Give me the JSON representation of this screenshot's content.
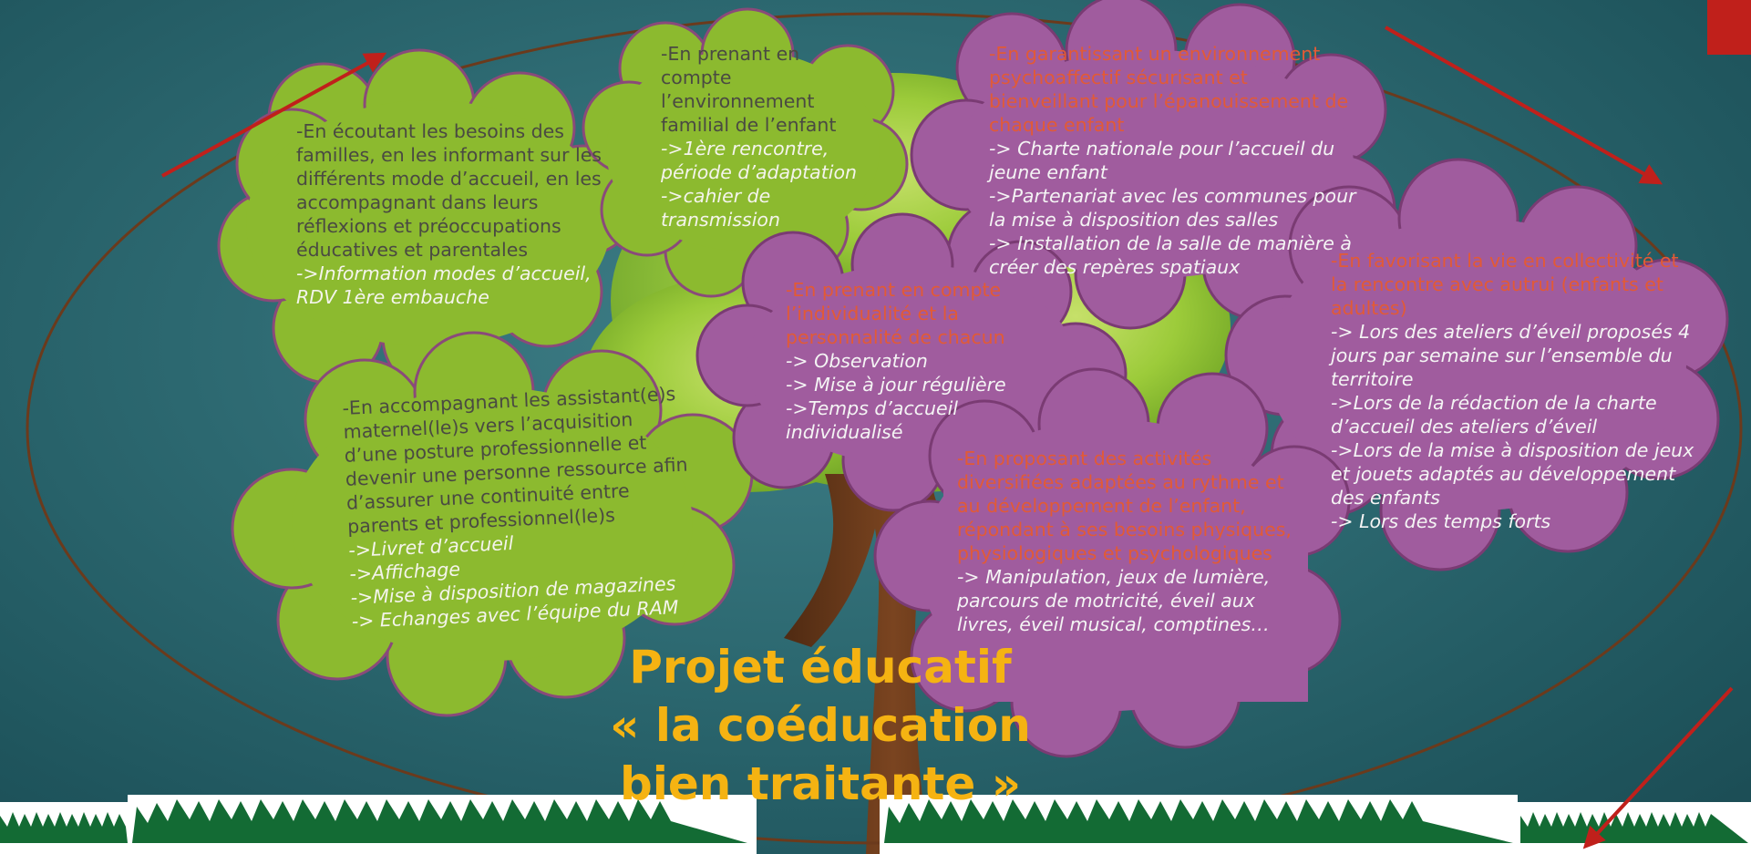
{
  "slide": {
    "title_lines": [
      "Projet éducatif",
      "« la coéducation",
      "bien traitante »"
    ],
    "colors": {
      "background": "#2c6870",
      "green_bubble": "#8cba2f",
      "purple_bubble": "#a05c9e",
      "lead_text_green": "#4a4a42",
      "lead_text_purple": "#e25a36",
      "title": "#f5b312",
      "arrow": "#c0201b",
      "ellipse": "#6b3a1c"
    }
  },
  "bubbles": [
    {
      "id": "families",
      "color": "green",
      "lead": "-En écoutant les besoins des familles, en les informant sur les différents mode d’accueil, en les accompagnant dans leurs réflexions et préoccupations éducatives et parentales",
      "items": [
        "->Information modes d’accueil, RDV 1ère embauche"
      ]
    },
    {
      "id": "family-environment",
      "color": "green",
      "lead": "-En prenant en compte l’environnement familial de l’enfant",
      "items": [
        "->1ère rencontre, période d’adaptation",
        "->cahier de transmission"
      ]
    },
    {
      "id": "assistants",
      "color": "green",
      "lead": "-En accompagnant les assistant(e)s maternel(le)s vers l’acquisition d’une posture professionnelle et devenir une personne ressource afin d’assurer une continuité entre parents et professionnel(le)s",
      "items": [
        "->Livret d’accueil",
        "->Affichage",
        "->Mise à disposition de magazines",
        "-> Echanges avec l’équipe du RAM"
      ]
    },
    {
      "id": "psychoaffective",
      "color": "purple",
      "lead": "-En garantissant un environnement psychoaffectif sécurisant et bienveillant pour l’épanouissement de chaque enfant",
      "items": [
        "-> Charte nationale pour l’accueil du jeune enfant",
        "->Partenariat avec les communes pour la mise à disposition des salles",
        "-> Installation de la salle de manière à créer des repères spatiaux"
      ]
    },
    {
      "id": "individuality",
      "color": "purple",
      "lead": "-En prenant en compte l’individualité et la personnalité de chacun",
      "items": [
        "-> Observation",
        "-> Mise à jour régulière",
        "->Temps d’accueil individualisé"
      ]
    },
    {
      "id": "collective-life",
      "color": "purple",
      "lead": "-En favorisant la vie en collectivité et la rencontre avec autrui (enfants et adultes)",
      "items": [
        "-> Lors des ateliers d’éveil proposés 4 jours par semaine sur l’ensemble du territoire",
        "->Lors de la rédaction de la charte d’accueil des ateliers d’éveil",
        "->Lors de la mise à disposition de jeux et jouets adaptés au développement des enfants",
        "-> Lors des temps forts"
      ]
    },
    {
      "id": "activities",
      "color": "purple",
      "lead": "-En proposant des activités diversifiées adaptées au rythme et au développement de l’enfant, répondant à ses besoins physiques, physiologiques et psychologiques",
      "items": [
        "-> Manipulation, jeux de lumière, parcours de motricité, éveil aux livres, éveil musical, comptines…"
      ]
    }
  ]
}
